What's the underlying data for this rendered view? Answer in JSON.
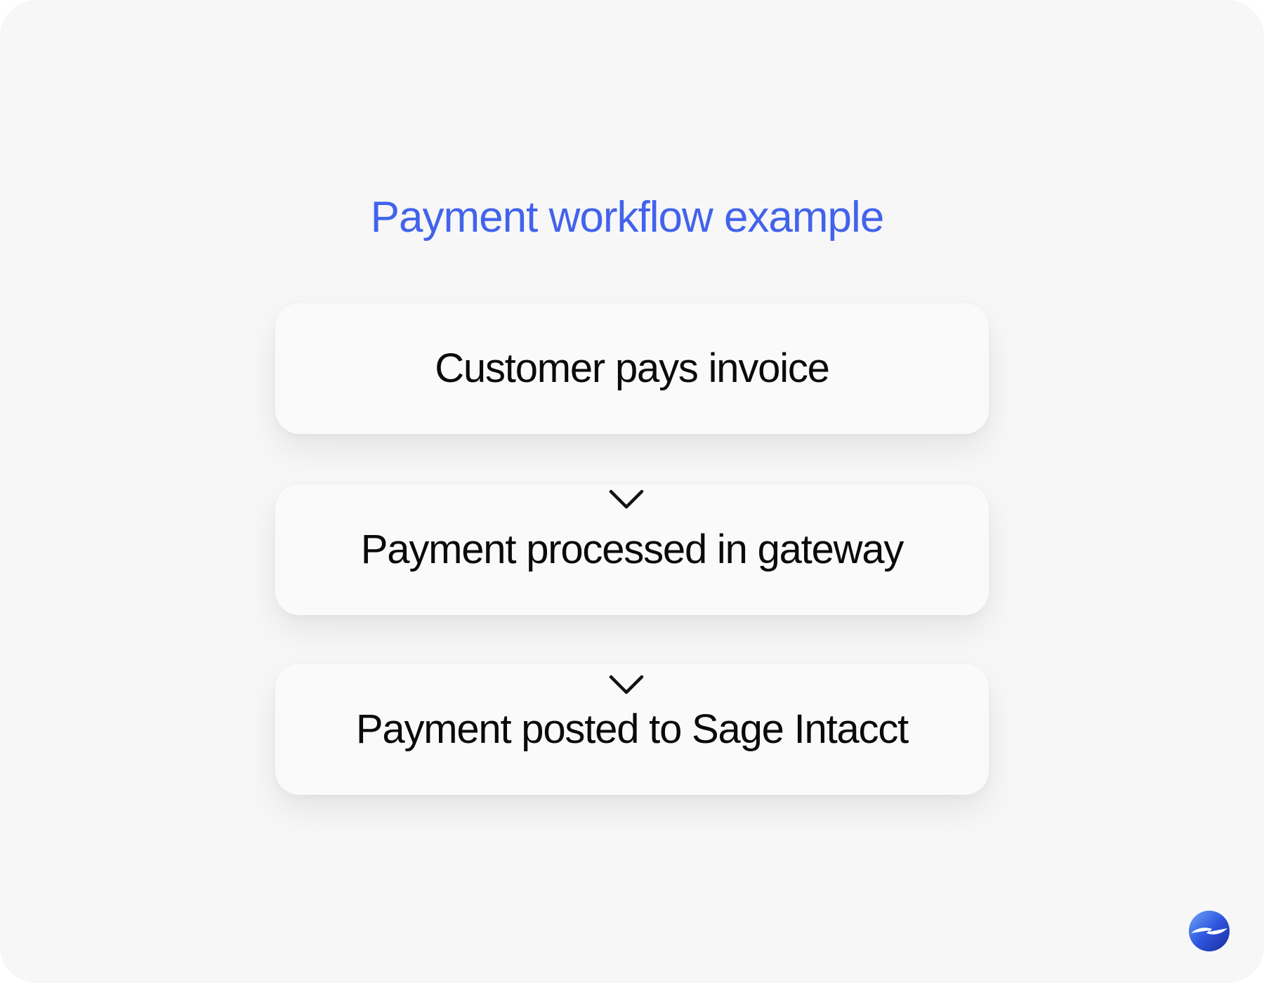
{
  "title": "Payment workflow example",
  "steps": [
    {
      "label": "Customer pays invoice"
    },
    {
      "label": "Payment processed in gateway"
    },
    {
      "label": "Payment posted to Sage Intacct"
    }
  ],
  "connectors": [
    "down-arrow-icon",
    "down-arrow-icon"
  ],
  "logo": {
    "icon": "brand-logo-icon"
  },
  "colors": {
    "title": "#4263eb",
    "background": "#f7f7f7",
    "card": "#fafafa",
    "text": "#0a0a0a",
    "logo_gradient": [
      "#6ea8f5",
      "#2f56e0",
      "#1a2b9a"
    ]
  }
}
